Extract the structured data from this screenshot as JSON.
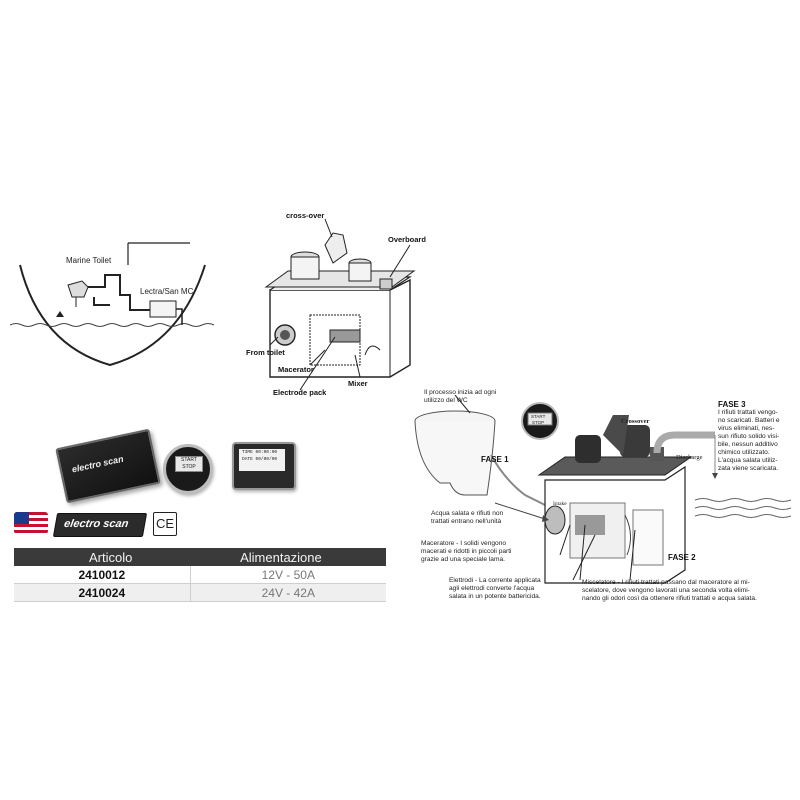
{
  "boat_diagram": {
    "marine_toilet_label": "Marine Toilet",
    "lectra_san_label": "Lectra/San MC"
  },
  "unit_diagram": {
    "crossover_label": "cross-over",
    "overboard_label": "Overboard",
    "from_toilet_label": "From toilet",
    "macerator_label": "Macerator",
    "electrode_pack_label": "Electrode pack",
    "mixer_label": "Mixer"
  },
  "products": {
    "panel_brand": "electro scan",
    "round_button_top": "START",
    "round_button_bottom": "STOP",
    "display_line1": "TIME 00:00:00",
    "display_line2": "DATE 00/00/00"
  },
  "logos": {
    "brand_text": "electro scan",
    "ce_mark": "CE"
  },
  "table": {
    "col1": "Articolo",
    "col2": "Alimentazione",
    "rows": [
      {
        "code": "2410012",
        "power": "12V - 50A"
      },
      {
        "code": "2410024",
        "power": "24V - 42A"
      }
    ]
  },
  "process": {
    "intro_line1": "Il processo inizia ad ogni",
    "intro_line2": "utilizzo del WC",
    "fase1": "FASE 1",
    "fase2": "FASE 2",
    "fase3": "FASE 3",
    "fase3_line1": "I rifiuti trattati vengo-",
    "fase3_line2": "no scaricati. Batteri e",
    "fase3_line3": "virus eliminati, nes-",
    "fase3_line4": "sun rifiuto solido visi-",
    "fase3_line5": "bile, nessun additivo",
    "fase3_line6": "chimico utilizzato.",
    "fase3_line7": "L'acqua salata utiliz-",
    "fase3_line8": "zata viene scaricata.",
    "crossover_label": "Crossover",
    "discharge_label": "Discharge",
    "intake_label": "Intake",
    "acqua_line1": "Acqua salata e rifiuti non",
    "acqua_line2": "trattati entrano nell'unità",
    "macer_line1": "Maceratore - I solidi vengono",
    "macer_line2": "macerati e ridotti in piccoli parti",
    "macer_line3": "grazie ad una speciale lama.",
    "elet_line1": "Elettrodi - La corrente applicata",
    "elet_line2": "agli elettrodi converte l'acqua",
    "elet_line3": "salata in un potente battericida.",
    "misc_line1": "Miscelatore - I rifiuti trattati passano dal maceratore al mi-",
    "misc_line2": "scelatore, dove vengono lavorati una seconda volta elimi-",
    "misc_line3": "nando gli odori così da ottenere rifiuti trattati e acqua salata.",
    "start_label": "START",
    "stop_label": "STOP"
  }
}
